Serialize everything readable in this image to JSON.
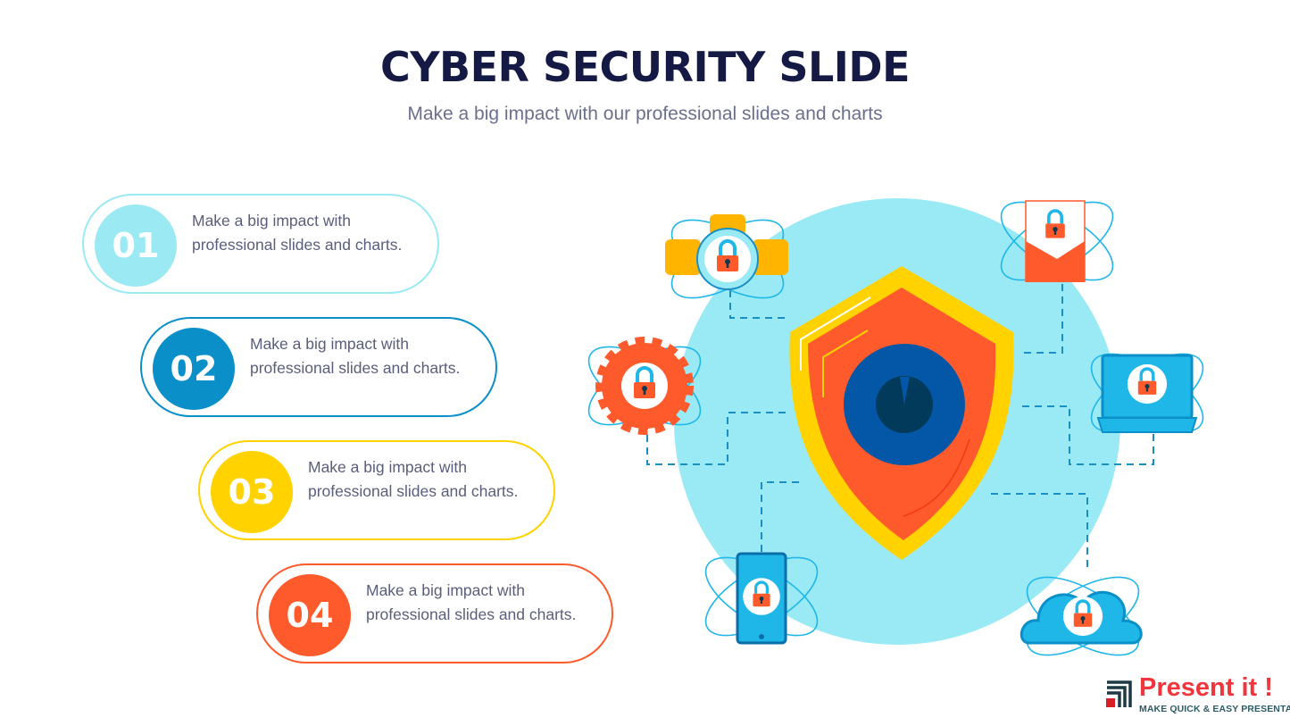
{
  "header": {
    "title": "CYBER SECURITY SLIDE",
    "subtitle": "Make a big impact with our professional slides and charts"
  },
  "items": [
    {
      "number": "01",
      "text": "Make a big impact with professional slides and charts.",
      "color": "#9be9f3"
    },
    {
      "number": "02",
      "text": "Make a big impact with professional slides and charts.",
      "color": "#0a8fc8"
    },
    {
      "number": "03",
      "text": "Make a big impact with professional slides and charts.",
      "color": "#ffd200"
    },
    {
      "number": "04",
      "text": "Make a big impact with professional slides and charts.",
      "color": "#ff5a2c"
    }
  ],
  "logo": {
    "name": "Present it !",
    "tagline": "MAKE QUICK & EASY PRESENTATIONS"
  }
}
